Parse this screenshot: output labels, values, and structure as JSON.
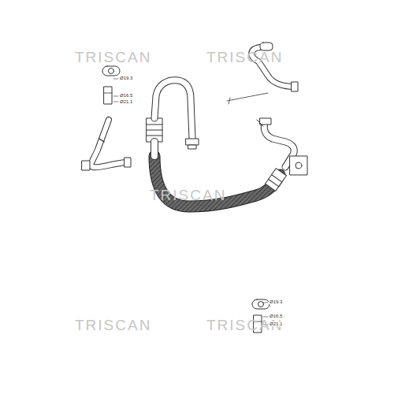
{
  "diagram": {
    "labels": [
      "TRISCAN",
      "TRISCAN",
      "TRISCAN",
      "TRISCAN",
      "TRISCAN",
      "Ø19.3",
      "Ø16.5",
      "Ø21.1",
      "Ø19.3",
      "Ø16.5",
      "Ø21.1"
    ]
  }
}
